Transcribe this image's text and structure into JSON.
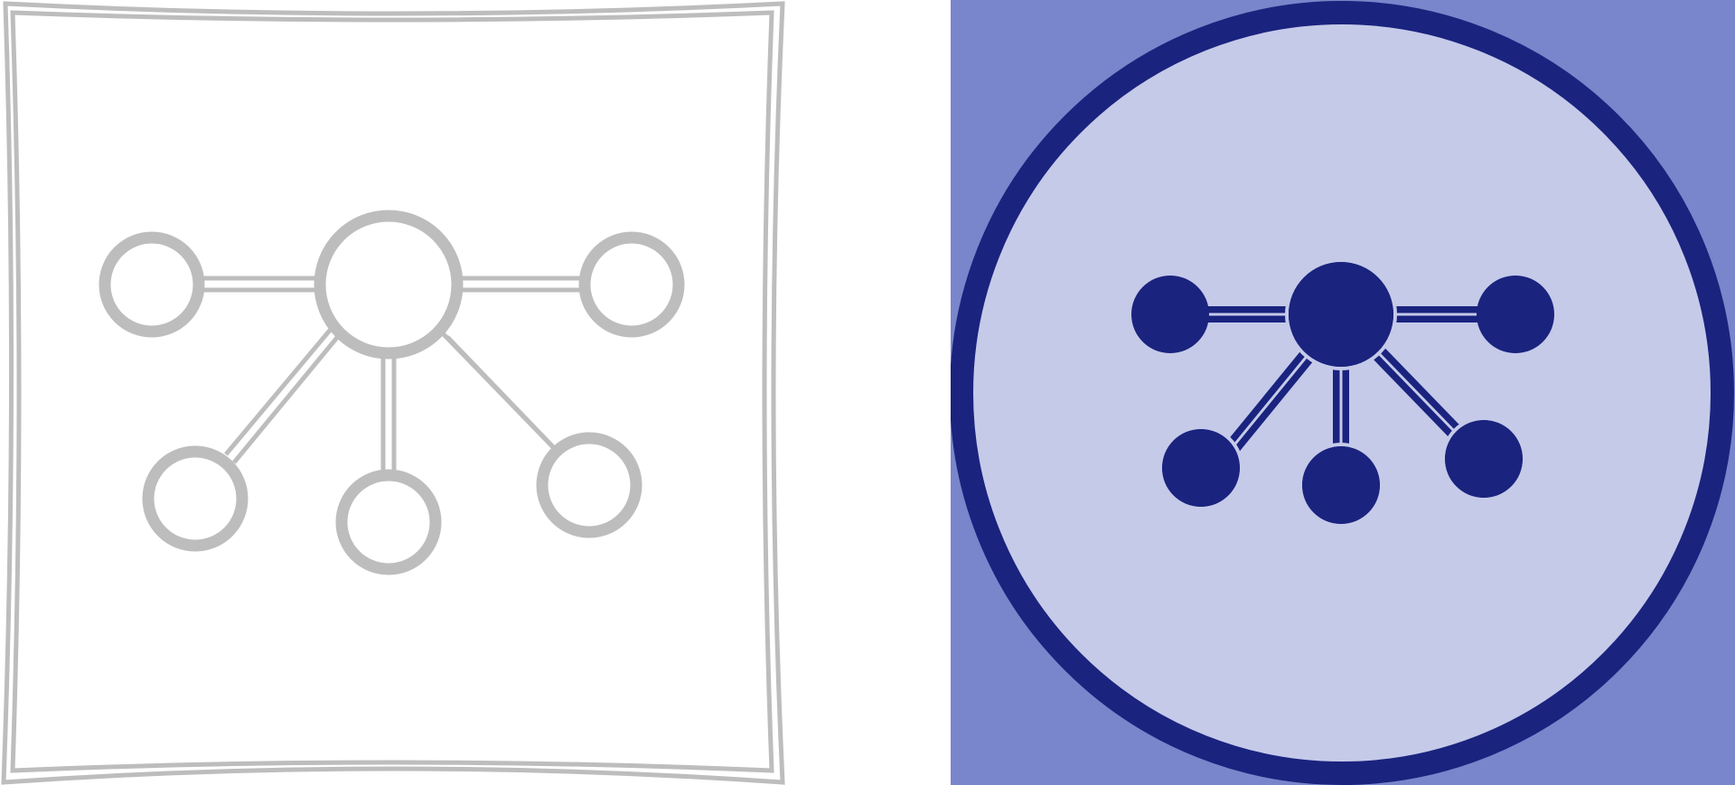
{
  "icons": [
    {
      "name": "network-hub-icon-outline",
      "style": "outline",
      "colors": {
        "background": "#ffffff",
        "frame_stroke": "#bdbdbd",
        "icon_stroke": "#bdbdbd",
        "node_fill": "#ffffff"
      }
    },
    {
      "name": "network-hub-icon-filled",
      "style": "filled",
      "colors": {
        "background": "#7986cb",
        "circle_fill": "#c5cae9",
        "circle_stroke": "#1a237e",
        "icon_fill": "#1a237e"
      }
    }
  ]
}
